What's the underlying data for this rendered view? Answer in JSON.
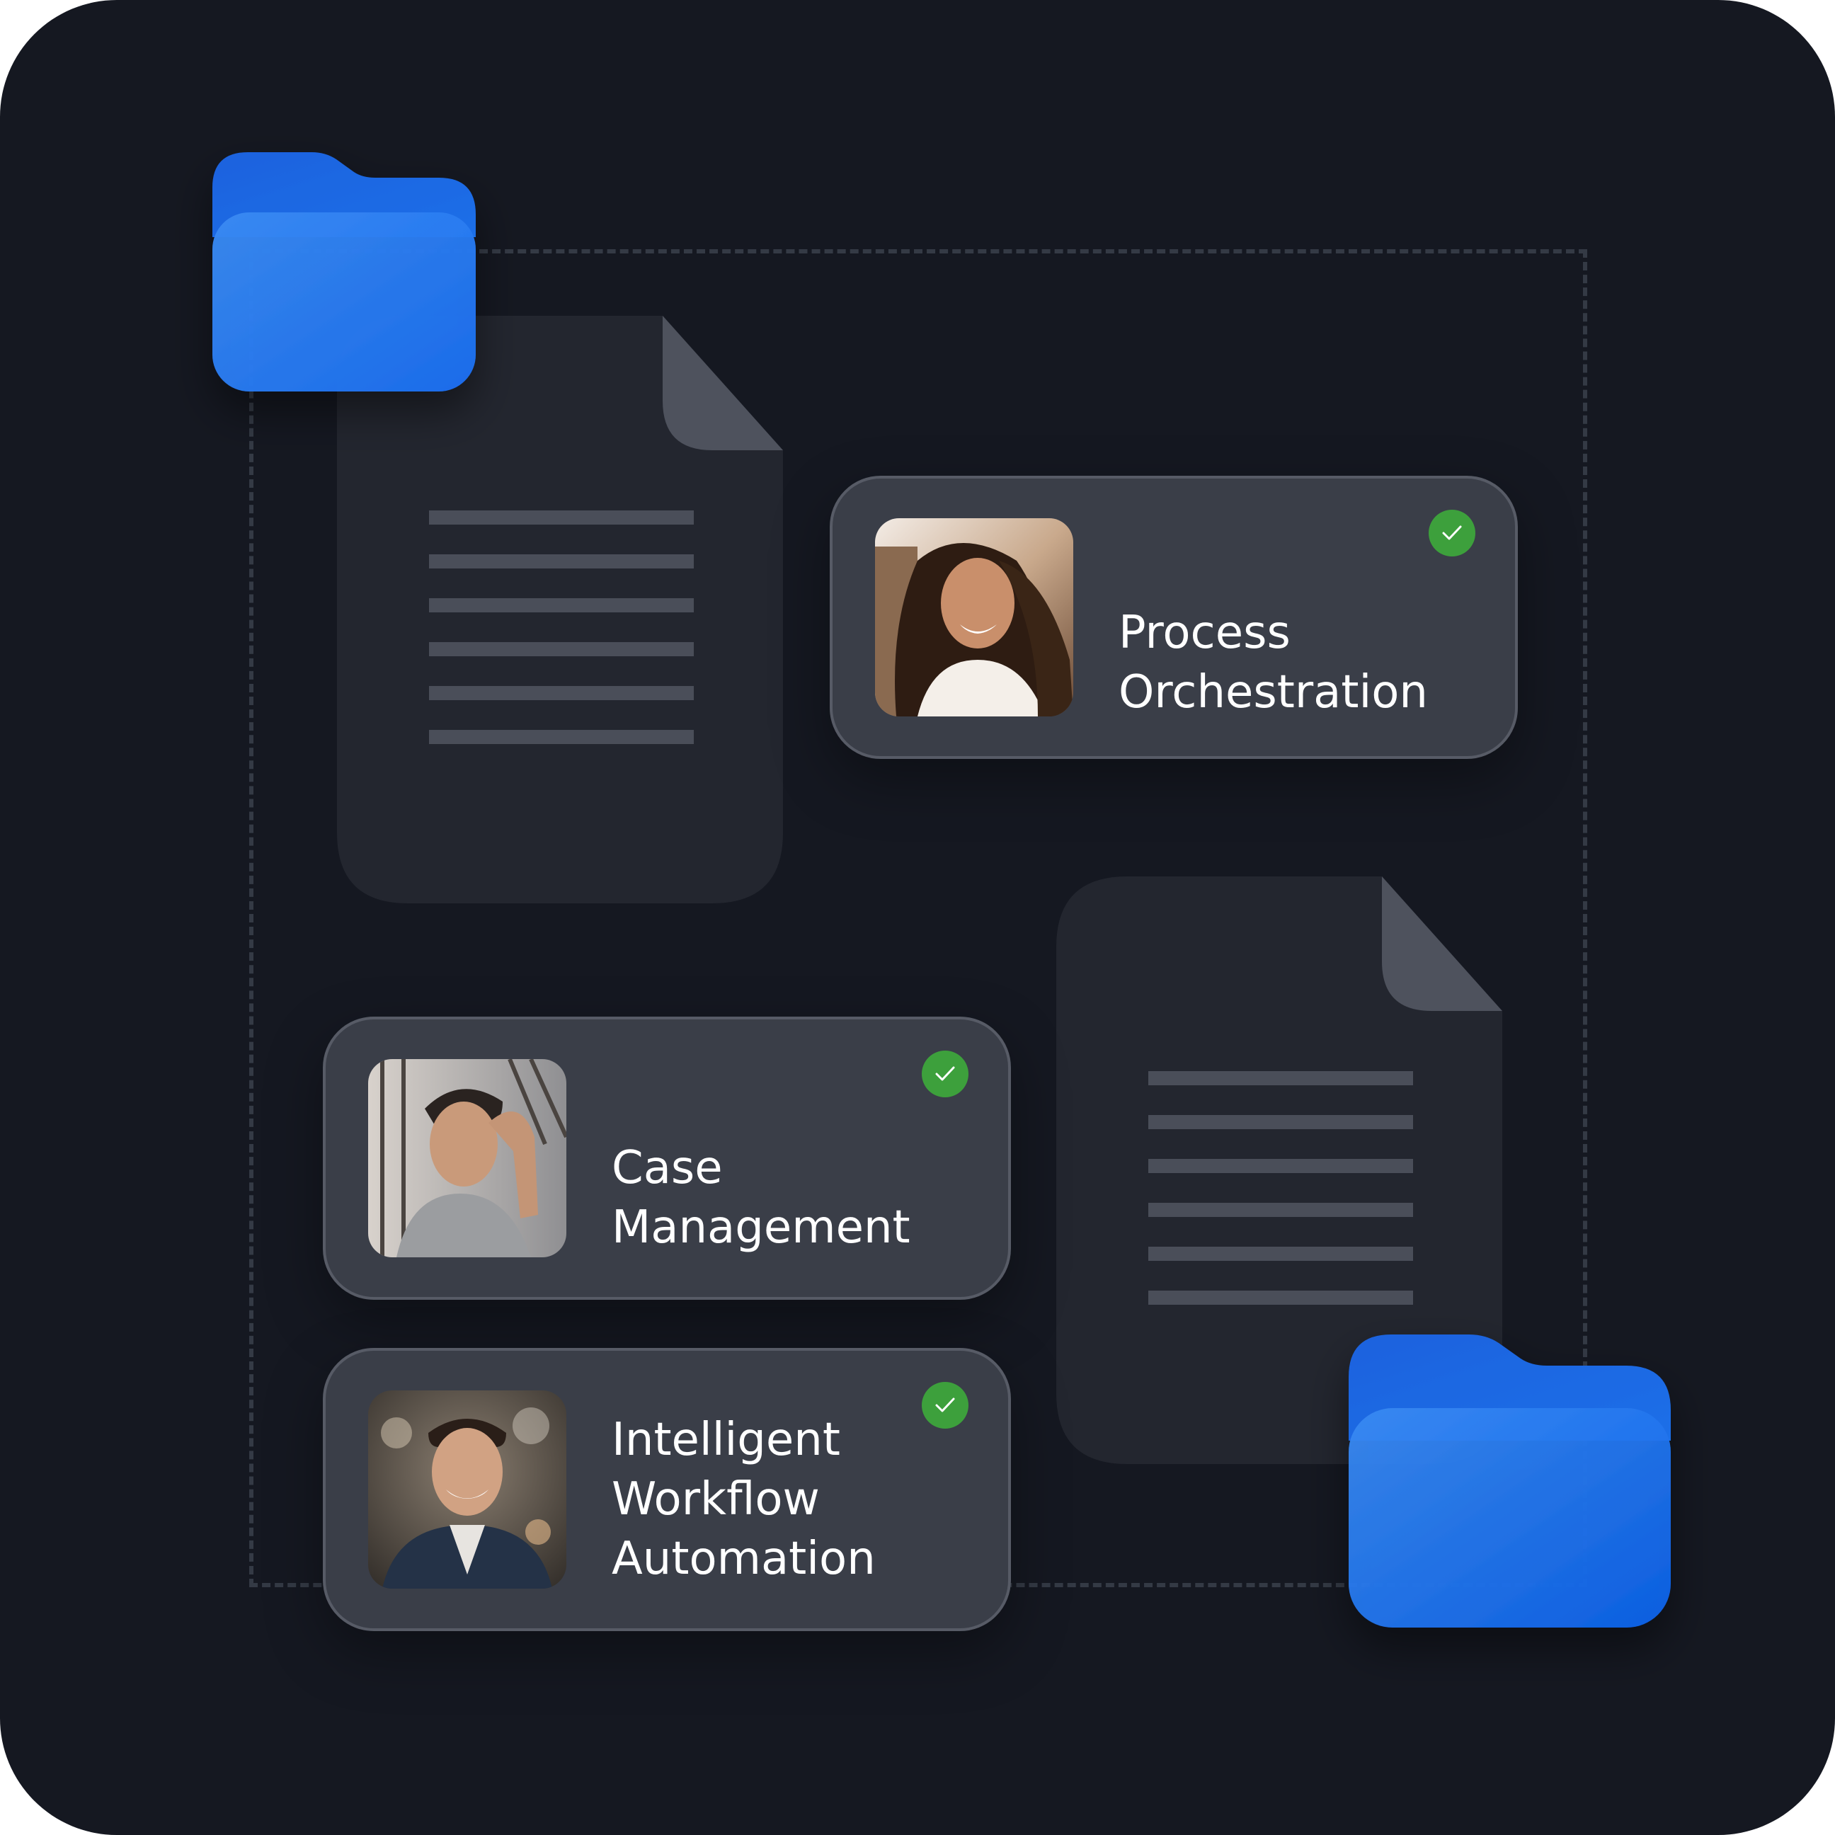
{
  "cards": [
    {
      "lines": [
        "Process",
        "Orchestration"
      ],
      "avatar": "woman-smiling-avatar",
      "status": "check-icon"
    },
    {
      "lines": [
        "Case",
        "Management"
      ],
      "avatar": "man-hand-in-hair-avatar",
      "status": "check-icon"
    },
    {
      "lines": [
        "Intelligent",
        "Workflow",
        "Automation"
      ],
      "avatar": "man-smiling-avatar",
      "status": "check-icon"
    }
  ],
  "icons": [
    "folder-icon",
    "document-icon",
    "check-icon"
  ],
  "colors": {
    "background": "#151821",
    "card": "#3a3e48",
    "document": "#23262f",
    "folder": "#1e6ff0",
    "check": "#3da03c"
  }
}
